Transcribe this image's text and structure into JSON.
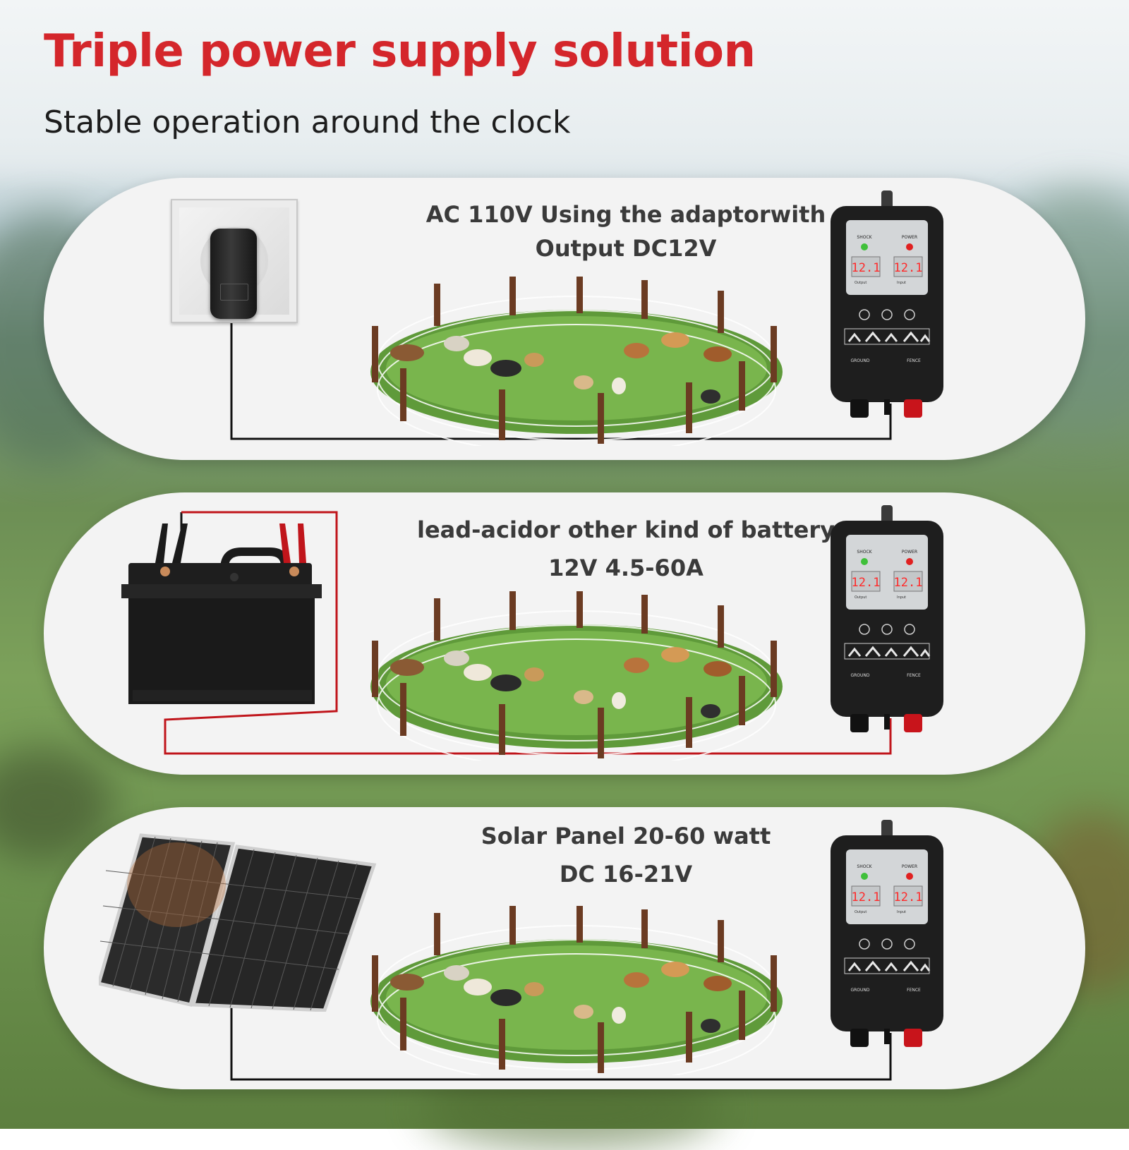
{
  "header": {
    "title": "Triple power supply solution",
    "subtitle": "Stable operation around the clock"
  },
  "options": [
    {
      "label_line1": "AC 110V Using the adaptorwith",
      "label_line2": "Output DC12V",
      "source": "wall-adapter",
      "wire_color": "#111111"
    },
    {
      "label_line1": "lead-acidor other kind of battery",
      "label_line2": "12V 4.5-60A",
      "source": "car-battery",
      "wire_color": "#c0151b"
    },
    {
      "label_line1": "Solar Panel 20-60 watt",
      "label_line2": "DC 16-21V",
      "source": "solar-panel",
      "wire_color": "#111111"
    }
  ],
  "device": {
    "shock_label": "SHOCK",
    "power_label": "POWER",
    "display_value": "12.1",
    "output_label": "Output",
    "input_label": "Input",
    "ground_label": "GROUND",
    "fence_label": "FENCE",
    "shock_led_color": "#3fc03a",
    "power_led_color": "#e02020",
    "display_color": "#ff2a2a"
  }
}
